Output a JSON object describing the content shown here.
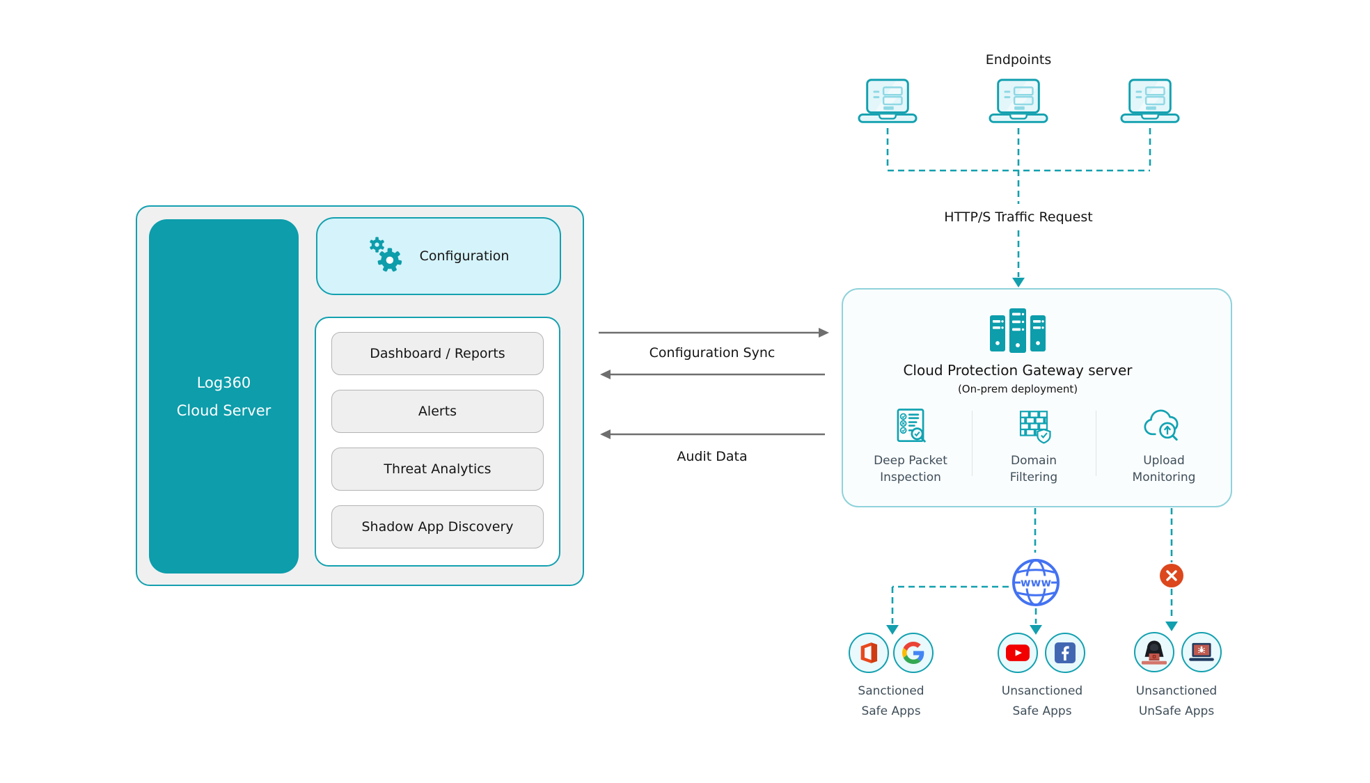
{
  "colors": {
    "accent_teal": "#0d9dab",
    "teal_border": "#13a0af",
    "config_fill": "#d5f3fa",
    "gateway_border": "#8fd2da",
    "arrow_gray": "#6e6e6e",
    "label_slate": "#3f4e59",
    "globe_blue": "#4372f2",
    "block_red": "#dc471e",
    "youtube_red": "#f20000",
    "facebook_blue": "#4267b2",
    "office_orange": "#e8491d"
  },
  "log360": {
    "line1": "Log360",
    "line2": "Cloud Server",
    "configuration": "Configuration",
    "modules": [
      "Dashboard / Reports",
      "Alerts",
      "Threat Analytics",
      "Shadow App Discovery"
    ]
  },
  "flows": {
    "config_sync": "Configuration Sync",
    "audit_data": "Audit Data"
  },
  "endpoints": {
    "title": "Endpoints",
    "traffic_label": "HTTP/S Traffic Request",
    "laptop_count": 3
  },
  "gateway": {
    "title": "Cloud Protection Gateway server",
    "subtitle": "(On-prem deployment)",
    "features": [
      {
        "line1": "Deep Packet",
        "line2": "Inspection",
        "icon": "packet-inspection-icon"
      },
      {
        "line1": "Domain",
        "line2": "Filtering",
        "icon": "firewall-icon"
      },
      {
        "line1": "Upload",
        "line2": "Monitoring",
        "icon": "cloud-upload-monitor-icon"
      }
    ]
  },
  "globe": {
    "label": "www",
    "icon": "www-globe-icon"
  },
  "blocked": {
    "icon": "blocked-x-icon"
  },
  "apps": {
    "groups": [
      {
        "line1": "Sanctioned",
        "line2": "Safe Apps",
        "icons": [
          "office-icon",
          "google-icon"
        ]
      },
      {
        "line1": "Unsanctioned",
        "line2": "Safe Apps",
        "icons": [
          "youtube-icon",
          "facebook-icon"
        ]
      },
      {
        "line1": "Unsanctioned",
        "line2": "UnSafe Apps",
        "icons": [
          "hacker-icon",
          "malware-laptop-icon"
        ]
      }
    ]
  },
  "icons": {
    "gear": "settings-gears-icon",
    "server": "server-rack-icon",
    "laptop": "laptop-endpoint-icon"
  }
}
